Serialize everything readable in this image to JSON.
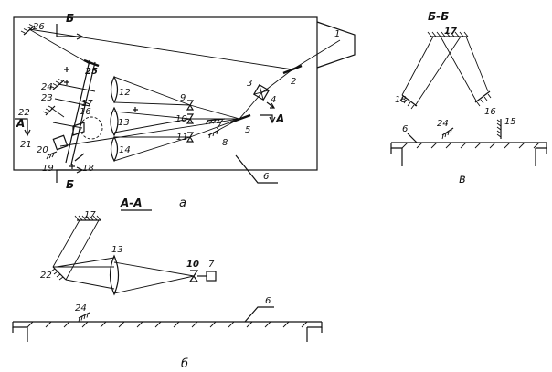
{
  "panels": {
    "a": {
      "label": "а",
      "section_mark": "Б",
      "cut_mark": "А",
      "numbers": [
        "1",
        "2",
        "3",
        "4",
        "5",
        "6",
        "7",
        "8",
        "9",
        "10",
        "11",
        "12",
        "13",
        "14",
        "16",
        "17",
        "18",
        "19",
        "20",
        "21",
        "22",
        "23",
        "24",
        "25",
        "26"
      ]
    },
    "b": {
      "label": "б",
      "title": "А-А",
      "numbers": [
        "6",
        "7",
        "10",
        "13",
        "17",
        "22",
        "24"
      ]
    },
    "v": {
      "label": "в",
      "title": "Б-Б",
      "numbers": [
        "6",
        "15",
        "16",
        "17",
        "18",
        "24"
      ]
    }
  }
}
